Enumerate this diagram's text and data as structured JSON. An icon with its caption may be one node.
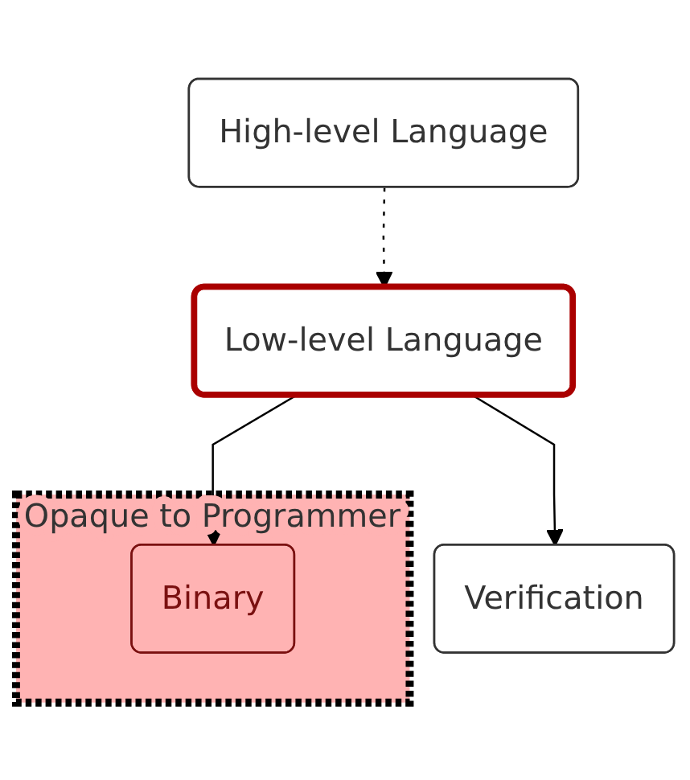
{
  "diagram": {
    "nodes": [
      {
        "text": [
          "High-level Language"
        ]
      },
      {
        "text": [
          "Low-level Language"
        ]
      },
      {
        "text": [
          "Verification"
        ]
      },
      {
        "text": [
          "Opaque to Programmer"
        ]
      },
      {
        "text": [
          "Binary"
        ],
        "in": 3
      }
    ],
    "edges": [
      {
        "from": 0,
        "to": 1,
        "arrow": "to",
        "style": "dashed"
      },
      {
        "from": 1,
        "to": 2,
        "arrow": "to"
      },
      {
        "from": 1,
        "to": 4,
        "arrow": "to"
      }
    ]
  }
}
